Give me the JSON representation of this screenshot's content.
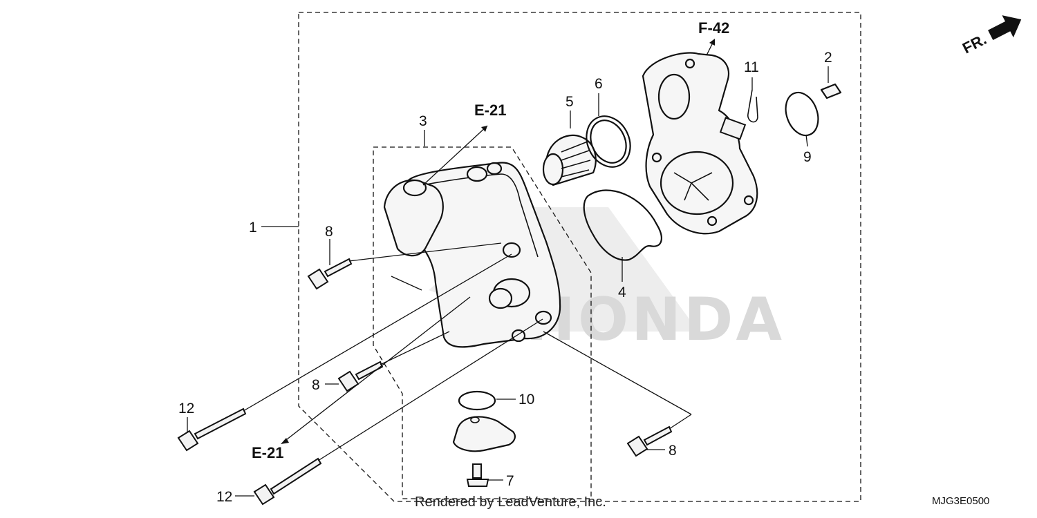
{
  "diagram": {
    "part_callouts": [
      "1",
      "2",
      "3",
      "4",
      "5",
      "6",
      "7",
      "8",
      "9",
      "10",
      "11",
      "12"
    ],
    "cross_references": {
      "e21": "E-21",
      "f42": "F-42"
    },
    "front_indicator": "FR.",
    "diagram_code": "MJG3E0500",
    "render_credit": "Rendered by LeadVenture, Inc.",
    "watermark_text": "HONDA"
  }
}
